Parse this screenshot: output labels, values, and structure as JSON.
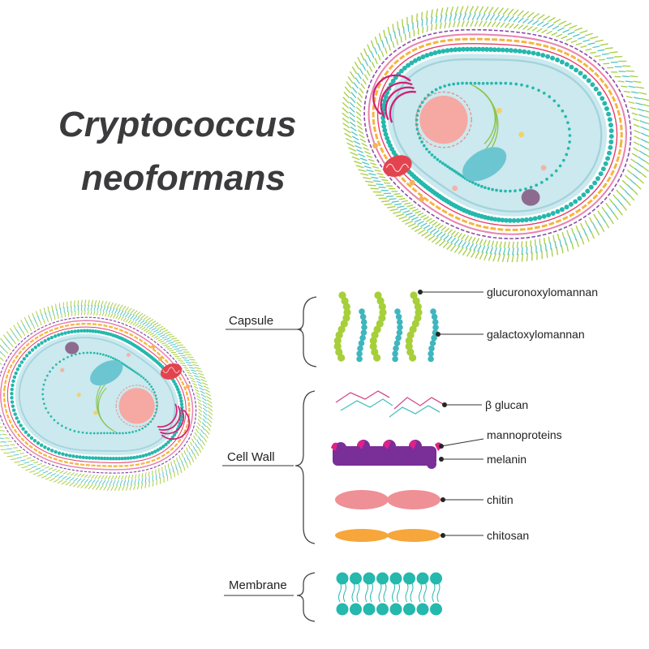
{
  "title": {
    "line1": "Cryptococcus",
    "line2": "neoformans"
  },
  "sections": {
    "capsule": "Capsule",
    "cell_wall": "Cell Wall",
    "membrane": "Membrane"
  },
  "components": {
    "glucuronoxylomannan": "glucuronoxylomannan",
    "galactoxylomannan": "galactoxylomannan",
    "beta_glucan": "β glucan",
    "mannoproteins": "mannoproteins",
    "melanin": "melanin",
    "chitin": "chitin",
    "chitosan": "chitosan"
  },
  "colors": {
    "cytoplasm": "#cbe9ee",
    "nucleus": "#f6a8a3",
    "vacuole": "#6cc6d1",
    "mitochondrion": "#e2444f",
    "golgi": "#d01f75",
    "er": "#8bc34a",
    "glucuronoxylomannan": "#a6cf3a",
    "galactoxylomannan": "#3fb6bd",
    "beta_glucan_pink": "#d14b8f",
    "beta_glucan_teal": "#4cbfc3",
    "mannoproteins": "#e0208a",
    "melanin": "#7a2e98",
    "chitin": "#ef8f96",
    "chitosan": "#f6a63a",
    "membrane": "#25b8ad",
    "capsule_fringe_green": "#a9cf4a",
    "capsule_fringe_teal": "#5cc6c8"
  }
}
